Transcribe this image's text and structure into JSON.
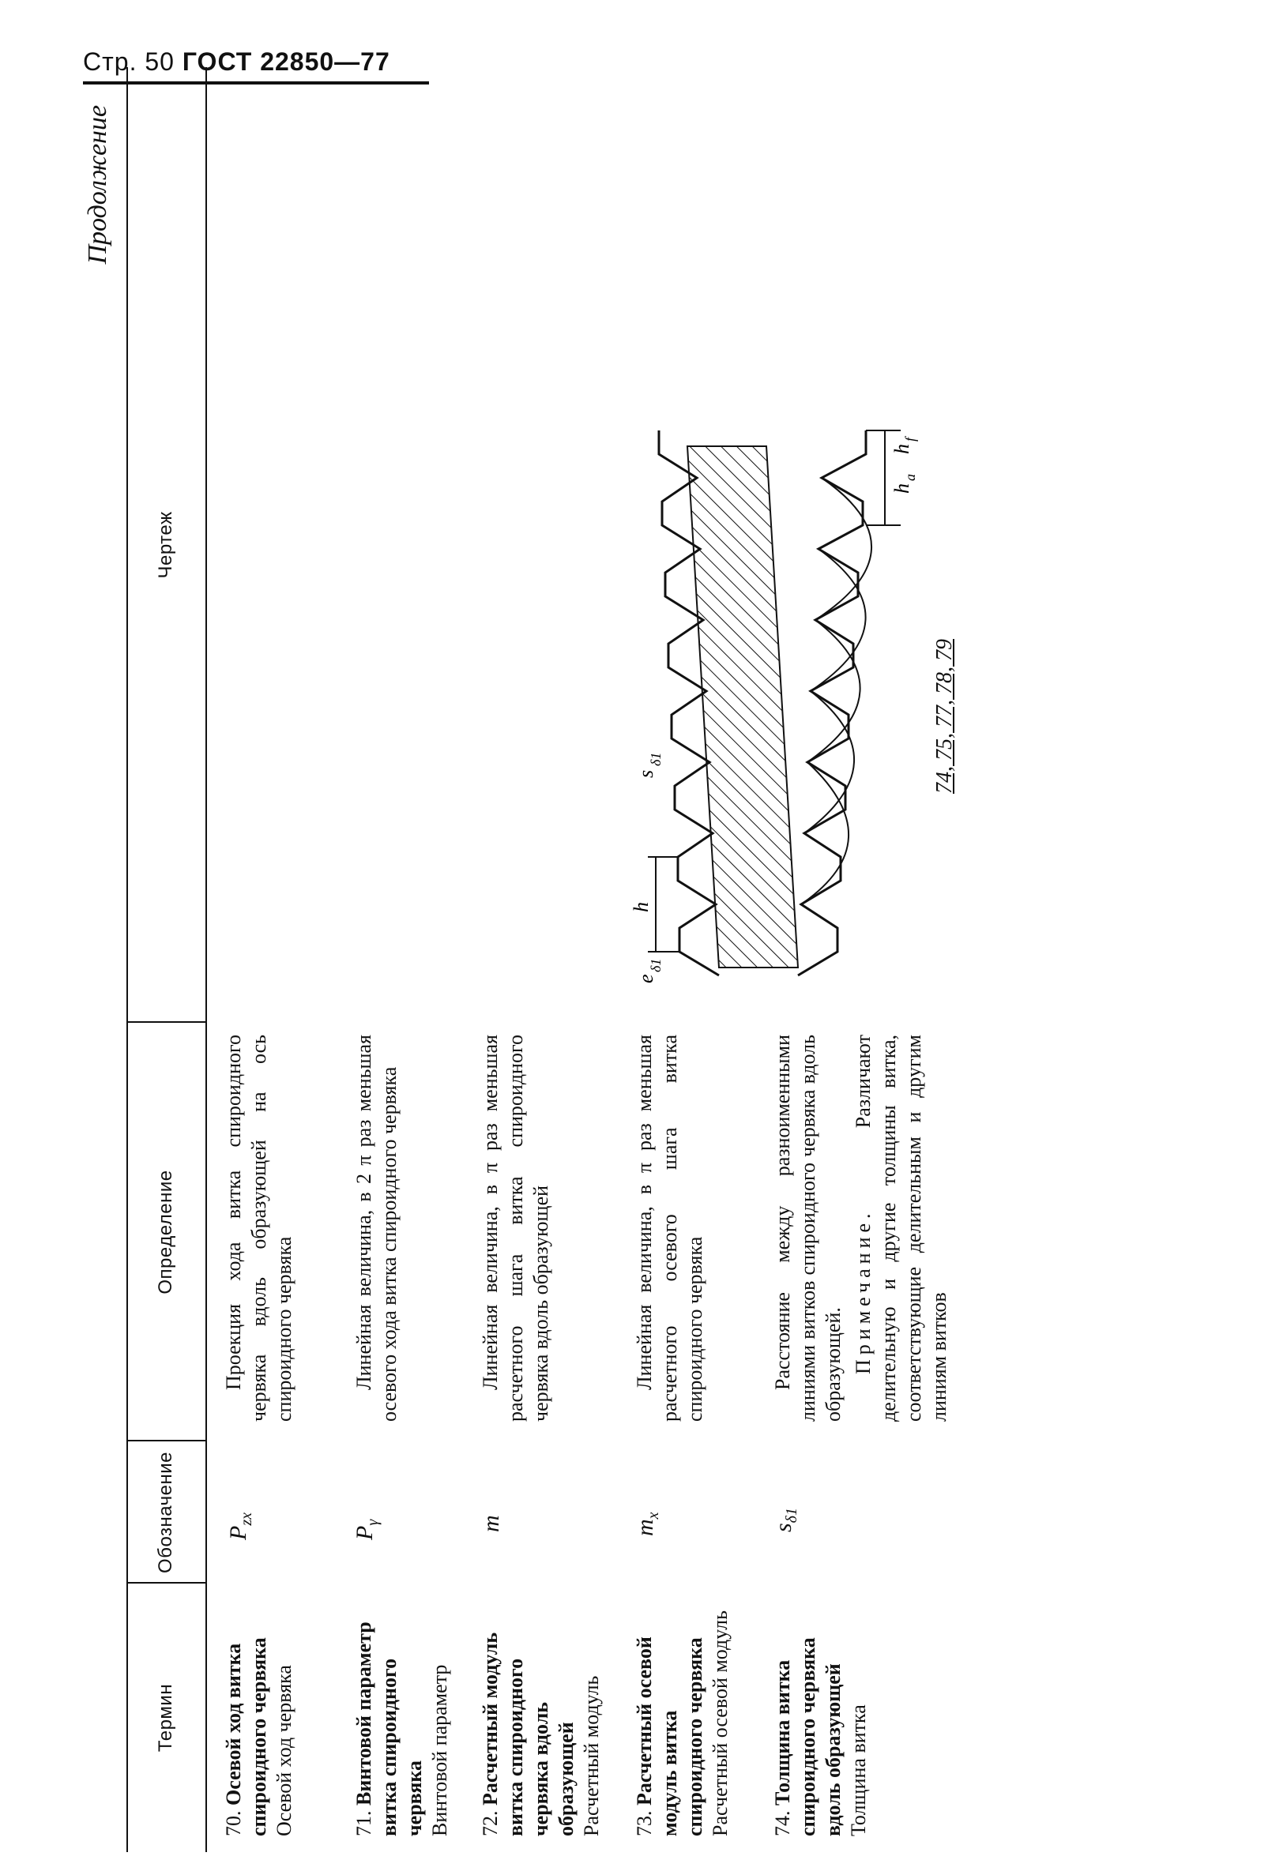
{
  "header": {
    "page_label": "Стр. 50",
    "standard": "ГОСТ 22850—77"
  },
  "continued": "Продолжение",
  "columns": {
    "term": "Термин",
    "symbol": "Обозначение",
    "definition": "Определение",
    "drawing": "Чертеж"
  },
  "rows": [
    {
      "number": "70.",
      "term": "Осевой ход витка спироидного червяка",
      "synonym": "Осевой ход червяка",
      "symbol": "P",
      "symbol_sub": "zx",
      "definition": "Проекция хода витка спироидного червяка вдоль образующей на ось спироидного червяка"
    },
    {
      "number": "71.",
      "term": "Винтовой параметр витка спироидного червяка",
      "synonym": "Винтовой параметр",
      "symbol": "P",
      "symbol_sub": "γ",
      "definition": "Линейная величина, в 2 π раз меньшая осевого хода витка спироидного червяка"
    },
    {
      "number": "72.",
      "term": "Расчетный модуль витка спироидного червяка вдоль образующей",
      "synonym": "Расчетный модуль",
      "symbol": "m",
      "symbol_sub": "",
      "definition": "Линейная величина, в π раз меньшая расчетного шага витка спироидного червяка вдоль образующей"
    },
    {
      "number": "73.",
      "term": "Расчетный осевой модуль витка спироидного червяка",
      "synonym": "Расчетный осевой модуль",
      "symbol": "m",
      "symbol_sub": "x",
      "definition": "Линейная величина, в π раз меньшая расчетного осевого шага витка спироидного червяка"
    },
    {
      "number": "74.",
      "term": "Толщина витка спироидного червяка вдоль образующей",
      "synonym": "Толщина витка",
      "symbol": "s",
      "symbol_sub": "δ1",
      "definition": "Расстояние между разноименными линиями витков спироидного червяка вдоль образующей.",
      "note_label": "Примечание.",
      "note_text": "Различают делительную и другие толщины витка, соответствующие делительным и другим линиям витков"
    }
  ],
  "drawing": {
    "caption": "74, 75, 77, 78, 79",
    "labels": [
      "h",
      "s",
      "δ1",
      "e",
      "δ1",
      "h",
      "a",
      "h",
      "f"
    ]
  }
}
